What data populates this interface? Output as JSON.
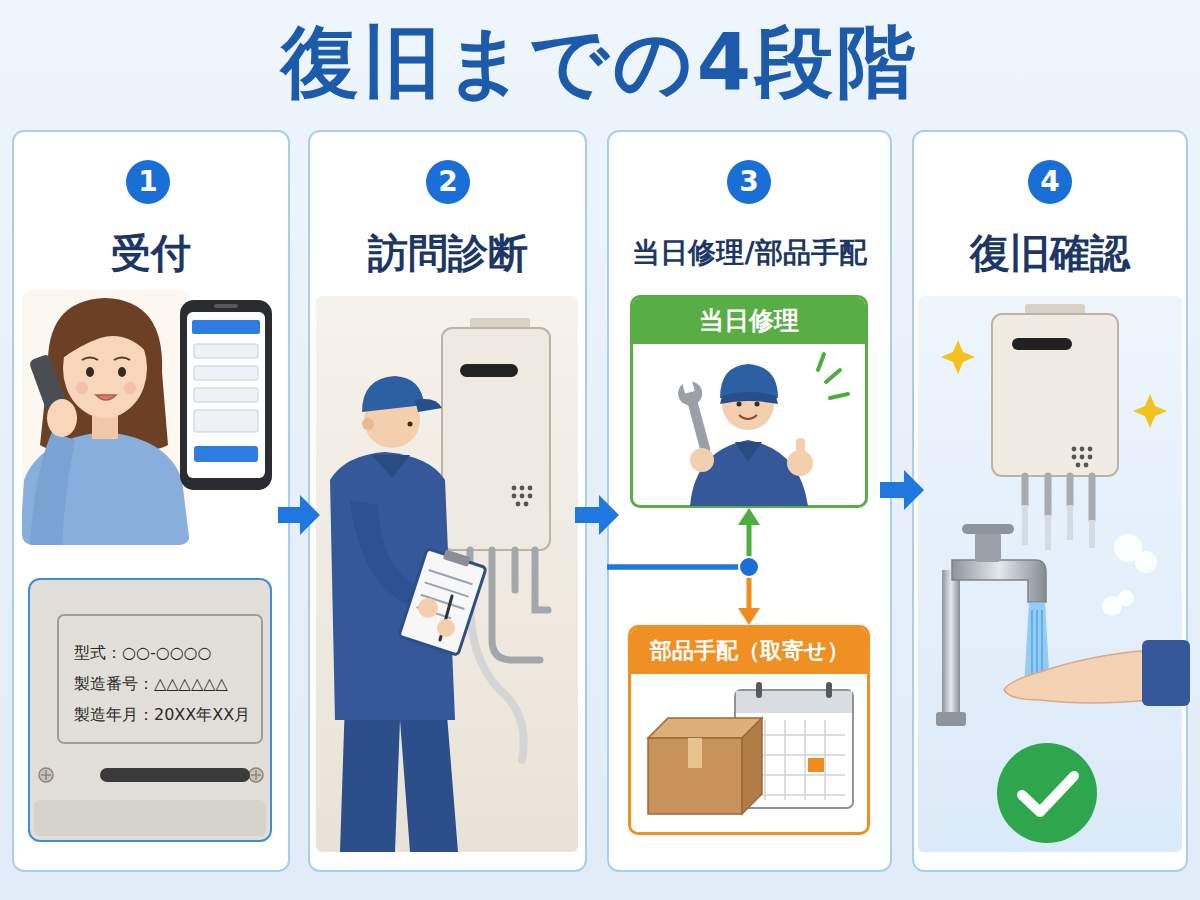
{
  "diagram": {
    "title": "復旧までの4段階",
    "nodes": [
      {
        "text": [
          "受付"
        ]
      },
      {
        "text": [
          "1"
        ],
        "in": 0
      },
      {
        "text": [
          "型式：○○-○○○○",
          "製造番号：△△△△△△",
          "製造年月：20XX年XX月"
        ],
        "in": 0
      },
      {
        "text": [
          "訪問診断"
        ]
      },
      {
        "text": [
          "2"
        ],
        "in": 3
      },
      {
        "text": [
          "当日修理/部品手配"
        ]
      },
      {
        "text": [
          "3"
        ],
        "in": 5
      },
      {
        "text": [
          "当日修理"
        ],
        "in": 5
      },
      {
        "text": [
          "部品手配（取寄せ）"
        ],
        "in": 5
      },
      {
        "text": [
          "復旧確認"
        ]
      },
      {
        "text": [
          "4"
        ],
        "in": 9
      }
    ],
    "edges": [
      {
        "from": 0,
        "to": 3,
        "arrow": "to"
      },
      {
        "from": 3,
        "to": 5,
        "arrow": "to"
      },
      {
        "from": 5,
        "to": 7,
        "arrow": "to"
      },
      {
        "from": 5,
        "to": 8,
        "arrow": "to"
      },
      {
        "from": 5,
        "to": 9,
        "arrow": "to"
      }
    ]
  }
}
